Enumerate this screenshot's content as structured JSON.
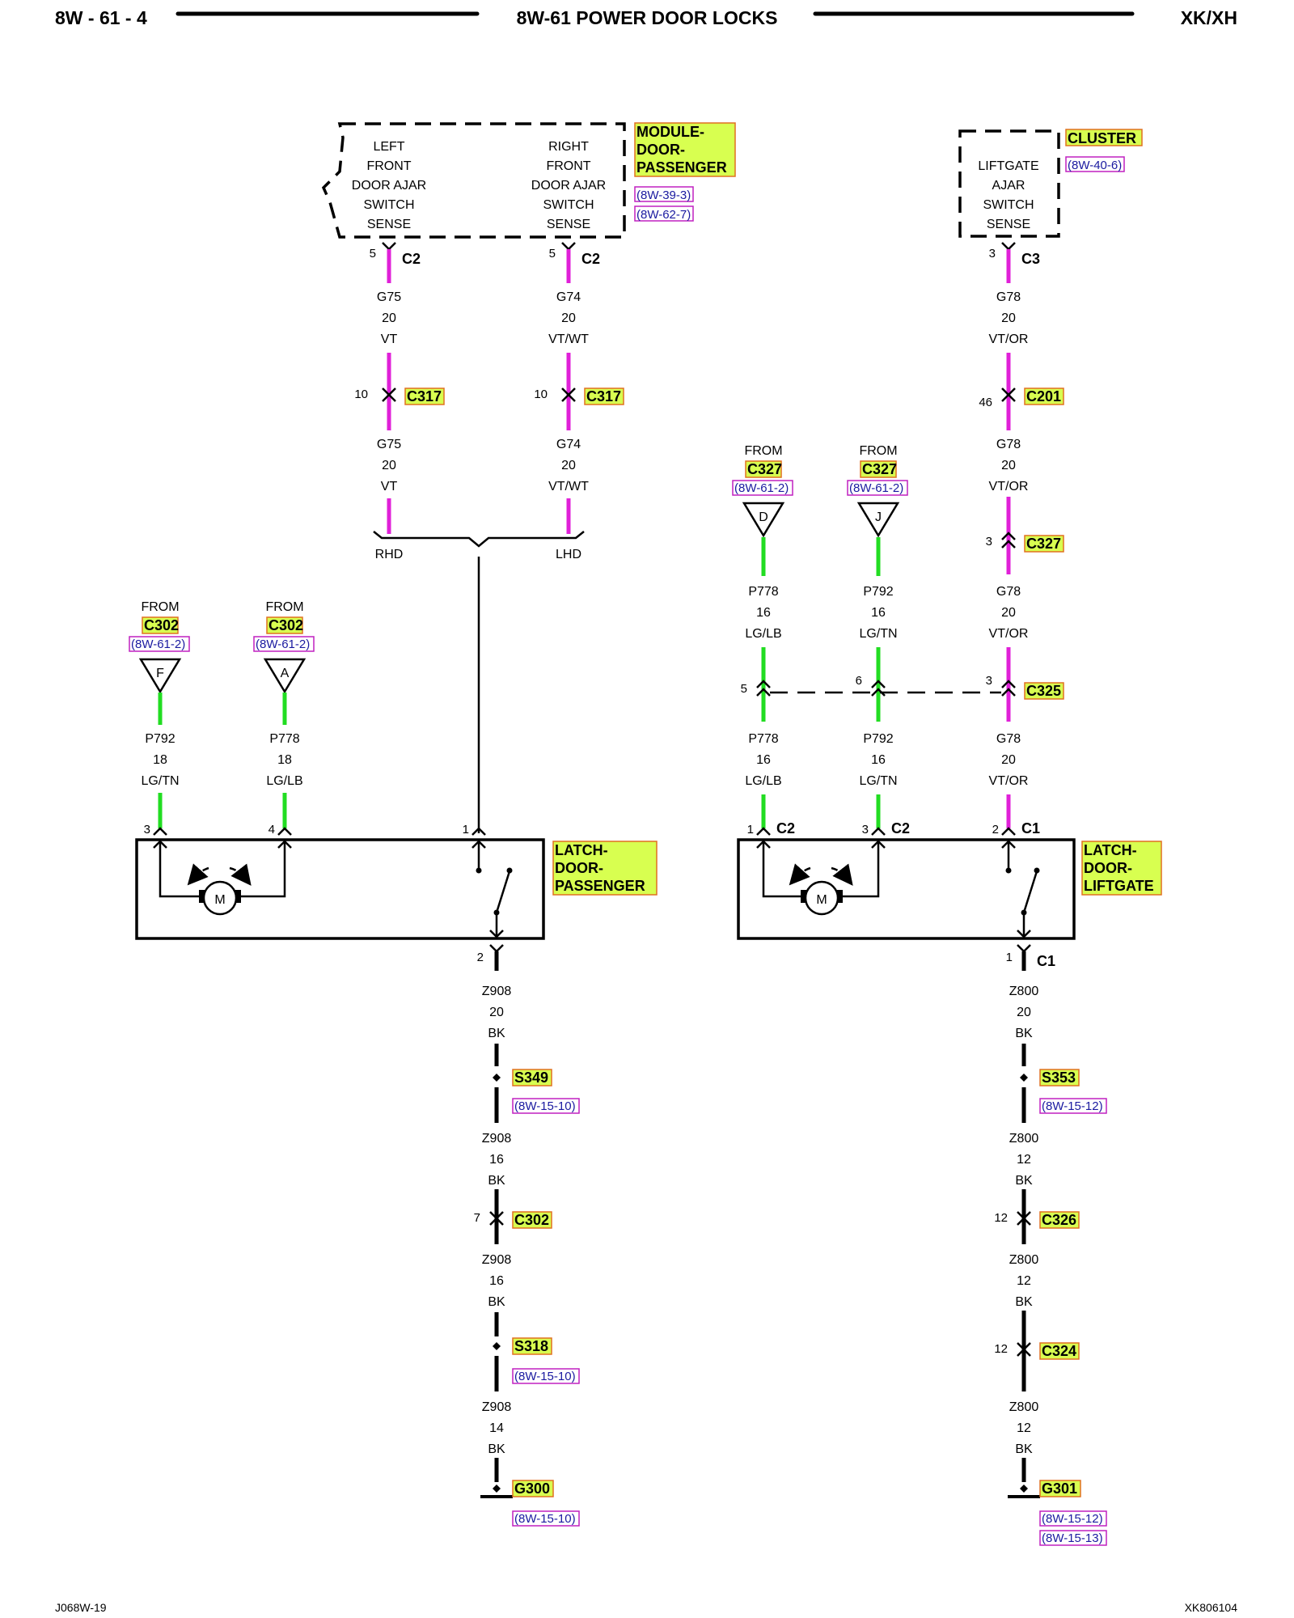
{
  "header": {
    "page_number": "8W - 61 - 4",
    "title": "8W-61 POWER DOOR LOCKS",
    "model": "XK/XH"
  },
  "footer": {
    "left_code": "J068W-19",
    "right_code": "XK806104"
  },
  "colors": {
    "wire_violet": "#e020d8",
    "wire_green": "#22dd22",
    "wire_black": "#000000",
    "highlight_fill": "#d8ff50",
    "highlight_border": "#e07020",
    "ref_border": "#c020c0",
    "ref_text": "#1a1aa0"
  },
  "components": {
    "module_door_passenger": {
      "name_lines": [
        "MODULE-",
        "DOOR-",
        "PASSENGER"
      ],
      "refs": [
        "(8W-39-3)",
        "(8W-62-7)"
      ],
      "left_function": [
        "LEFT",
        "FRONT",
        "DOOR AJAR",
        "SWITCH",
        "SENSE"
      ],
      "right_function": [
        "RIGHT",
        "FRONT",
        "DOOR AJAR",
        "SWITCH",
        "SENSE"
      ]
    },
    "cluster": {
      "name": "CLUSTER",
      "ref": "(8W-40-6)",
      "function": [
        "LIFTGATE",
        "AJAR",
        "SWITCH",
        "SENSE"
      ]
    },
    "latch_door_passenger": {
      "name_lines": [
        "LATCH-",
        "DOOR-",
        "PASSENGER"
      ],
      "motor_label": "M"
    },
    "latch_door_liftgate": {
      "name_lines": [
        "LATCH-",
        "DOOR-",
        "LIFTGATE"
      ],
      "motor_label": "M"
    }
  },
  "circuits": {
    "g75": {
      "top_pin": "5",
      "top_conn": "C2",
      "seg1": [
        "G75",
        "20",
        "VT"
      ],
      "inline_pin": "10",
      "inline_conn": "C317",
      "seg2": [
        "G75",
        "20",
        "VT"
      ],
      "branch": "RHD"
    },
    "g74": {
      "top_pin": "5",
      "top_conn": "C2",
      "seg1": [
        "G74",
        "20",
        "VT/WT"
      ],
      "inline_pin": "10",
      "inline_conn": "C317",
      "seg2": [
        "G74",
        "20",
        "VT/WT"
      ],
      "branch": "LHD"
    },
    "g78": {
      "top_pin": "3",
      "top_conn": "C3",
      "seg1": [
        "G78",
        "20",
        "VT/OR"
      ],
      "c201_pin": "46",
      "c201_conn": "C201",
      "seg2": [
        "G78",
        "20",
        "VT/OR"
      ],
      "c327_pin": "3",
      "c327_conn": "C327",
      "seg3": [
        "G78",
        "20",
        "VT/OR"
      ],
      "c325_pin": "3",
      "c325_conn": "C325",
      "seg4": [
        "G78",
        "20",
        "VT/OR"
      ],
      "latch_pin": "2",
      "latch_conn": "C1"
    },
    "passenger_p792": {
      "from": "FROM",
      "from_conn": "C302",
      "from_ref": "(8W-61-2)",
      "terminal": "F",
      "seg": [
        "P792",
        "18",
        "LG/TN"
      ],
      "latch_pin": "3"
    },
    "passenger_p778": {
      "from": "FROM",
      "from_conn": "C302",
      "from_ref": "(8W-61-2)",
      "terminal": "A",
      "seg": [
        "P778",
        "18",
        "LG/LB"
      ],
      "latch_pin": "4"
    },
    "passenger_sense_pin": "1",
    "liftgate_p778": {
      "from": "FROM",
      "from_conn": "C327",
      "from_ref": "(8W-61-2)",
      "terminal": "D",
      "seg1": [
        "P778",
        "16",
        "LG/LB"
      ],
      "c325_pin": "5",
      "seg2": [
        "P778",
        "16",
        "LG/LB"
      ],
      "latch_pin": "1",
      "latch_conn": "C2"
    },
    "liftgate_p792": {
      "from": "FROM",
      "from_conn": "C327",
      "from_ref": "(8W-61-2)",
      "terminal": "J",
      "seg1": [
        "P792",
        "16",
        "LG/TN"
      ],
      "c325_pin": "6",
      "seg2": [
        "P792",
        "16",
        "LG/TN"
      ],
      "latch_pin": "3",
      "latch_conn": "C2"
    },
    "z908": {
      "latch_pin": "2",
      "seg1": [
        "Z908",
        "20",
        "BK"
      ],
      "splice1": "S349",
      "splice1_ref": "(8W-15-10)",
      "seg2": [
        "Z908",
        "16",
        "BK"
      ],
      "inline_pin": "7",
      "inline_conn": "C302",
      "seg3": [
        "Z908",
        "16",
        "BK"
      ],
      "splice2": "S318",
      "splice2_ref": "(8W-15-10)",
      "seg4": [
        "Z908",
        "14",
        "BK"
      ],
      "ground": "G300",
      "ground_refs": [
        "(8W-15-10)"
      ]
    },
    "z800": {
      "latch_pin": "1",
      "latch_conn": "C1",
      "seg1": [
        "Z800",
        "20",
        "BK"
      ],
      "splice1": "S353",
      "splice1_ref": "(8W-15-12)",
      "seg2": [
        "Z800",
        "12",
        "BK"
      ],
      "c326_pin": "12",
      "c326_conn": "C326",
      "seg3": [
        "Z800",
        "12",
        "BK"
      ],
      "c324_pin": "12",
      "c324_conn": "C324",
      "seg4": [
        "Z800",
        "12",
        "BK"
      ],
      "ground": "G301",
      "ground_refs": [
        "(8W-15-12)",
        "(8W-15-13)"
      ]
    }
  }
}
